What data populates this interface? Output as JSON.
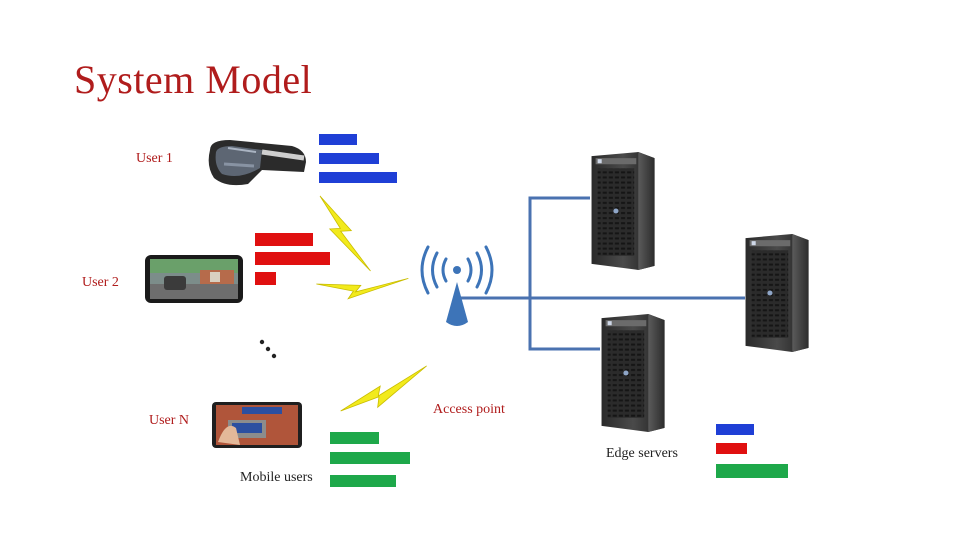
{
  "title": "System Model",
  "labels": {
    "user1": "User 1",
    "user2": "User 2",
    "userN": "User N",
    "access_point": "Access point",
    "edge_servers": "Edge servers",
    "mobile_users": "Mobile users"
  },
  "colors": {
    "title": "#b01c1c",
    "bar_blue": "#1f3fd6",
    "bar_red": "#e01010",
    "bar_green": "#1ea84a",
    "link": "#4a72b0",
    "antenna": "#3d74b8",
    "lightning": "#f2ea1c"
  },
  "icons": [
    "vr-headset-icon",
    "smartphone-icon",
    "tablet-icon",
    "server-icon",
    "access-point-icon",
    "lightning-icon"
  ]
}
